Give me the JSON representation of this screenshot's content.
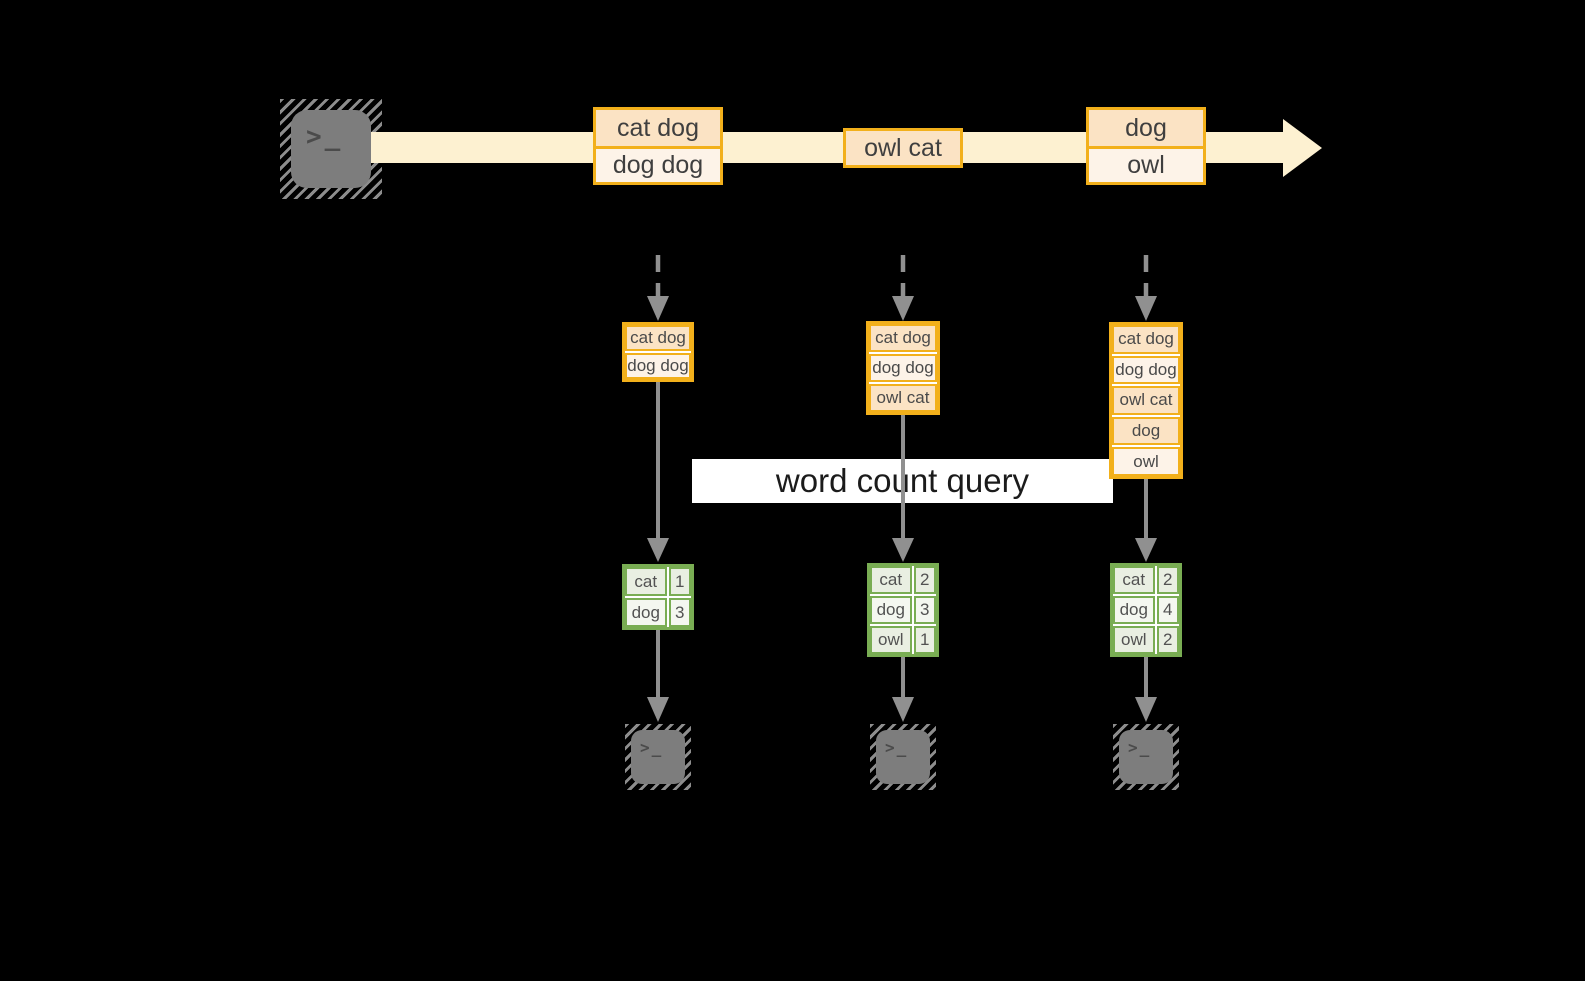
{
  "colors": {
    "background": "#000000",
    "stream": "#fdf1d1",
    "gold_border": "#f2b01b",
    "cell_peach": "#fbe3c4",
    "cell_cream": "#fdf3e8",
    "arrow_gray": "#909090",
    "hatch_gray": "#8d8d8d",
    "terminal_gray": "#7d7d7d",
    "terminal_glyph": "#4b4b4b",
    "green_border": "#79ad53",
    "green_fill": "#e9efe2",
    "green_fill_alt": "#f4f7f0",
    "label_bg": "#ffffff"
  },
  "icons": {
    "terminal_prompt": ">_"
  },
  "stream": {
    "batches": [
      {
        "records": [
          {
            "text": "cat dog",
            "tone": "peach"
          },
          {
            "text": "dog dog",
            "tone": "cream"
          }
        ]
      },
      {
        "records": [
          {
            "text": "owl cat",
            "tone": "peach"
          }
        ]
      },
      {
        "records": [
          {
            "text": "dog",
            "tone": "peach"
          },
          {
            "text": "owl",
            "tone": "cream"
          }
        ]
      }
    ]
  },
  "query_label": "word count query",
  "columns": [
    {
      "state_rows": [
        {
          "text": "cat dog",
          "tone": "peach"
        },
        {
          "text": "dog dog",
          "tone": "cream"
        }
      ],
      "results": [
        {
          "word": "cat",
          "count": "1"
        },
        {
          "word": "dog",
          "count": "3"
        }
      ]
    },
    {
      "state_rows": [
        {
          "text": "cat dog",
          "tone": "peach"
        },
        {
          "text": "dog dog",
          "tone": "cream"
        },
        {
          "text": "owl cat",
          "tone": "peach"
        }
      ],
      "results": [
        {
          "word": "cat",
          "count": "2"
        },
        {
          "word": "dog",
          "count": "3"
        },
        {
          "word": "owl",
          "count": "1"
        }
      ]
    },
    {
      "state_rows": [
        {
          "text": "cat dog",
          "tone": "peach"
        },
        {
          "text": "dog dog",
          "tone": "cream"
        },
        {
          "text": "owl cat",
          "tone": "peach"
        },
        {
          "text": "dog",
          "tone": "peach"
        },
        {
          "text": "owl",
          "tone": "cream"
        }
      ],
      "results": [
        {
          "word": "cat",
          "count": "2"
        },
        {
          "word": "dog",
          "count": "4"
        },
        {
          "word": "owl",
          "count": "2"
        }
      ]
    }
  ]
}
